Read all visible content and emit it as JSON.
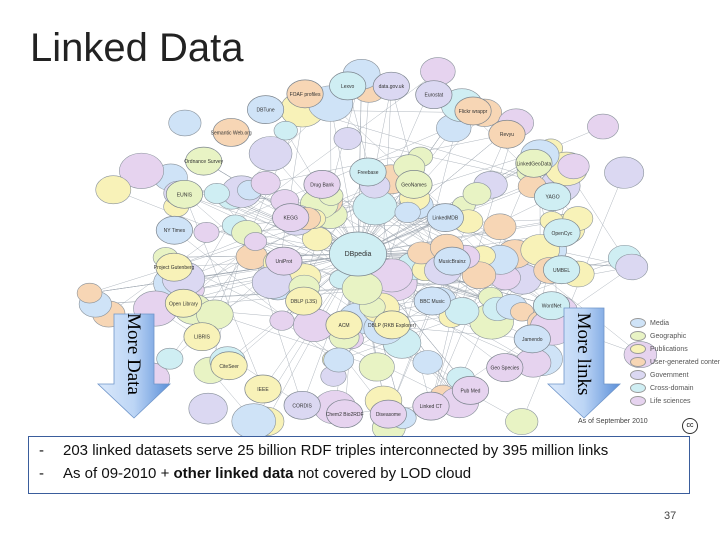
{
  "slide": {
    "title": "Linked Data",
    "side_labels": {
      "left": "More Data",
      "right": "More links"
    },
    "bullets": [
      {
        "prefix": "",
        "text": "203 linked datasets serve 25 billion RDF triples interconnected by 395 million links"
      },
      {
        "prefix": "As of 09-2010 + ",
        "emphasis": "other linked data",
        "suffix": " not covered by LOD cloud"
      }
    ],
    "page_number": "37"
  },
  "lod_cloud": {
    "date_note": "As of September 2010",
    "cc_badge": "cc",
    "legend": [
      {
        "label": "Media",
        "color": "#cfe3f7"
      },
      {
        "label": "Geographic",
        "color": "#e8f3c4"
      },
      {
        "label": "Publications",
        "color": "#f8f2b8"
      },
      {
        "label": "User-generated content",
        "color": "#f7d6b5"
      },
      {
        "label": "Government",
        "color": "#dbd8f2"
      },
      {
        "label": "Cross-domain",
        "color": "#cfeef3"
      },
      {
        "label": "Life sciences",
        "color": "#e6d3ef"
      }
    ],
    "nodes": [
      {
        "label": "DBpedia",
        "color": "#cfeef3"
      },
      {
        "label": "Freebase",
        "color": "#cfeef3"
      },
      {
        "label": "GeoNames",
        "color": "#e8f3c4"
      },
      {
        "label": "LinkedMDB",
        "color": "#cfe3f7"
      },
      {
        "label": "MusicBrainz",
        "color": "#cfe3f7"
      },
      {
        "label": "BBC Music",
        "color": "#cfe3f7"
      },
      {
        "label": "DBLP (RKB Explorer)",
        "color": "#f8f2b8"
      },
      {
        "label": "ACM",
        "color": "#f8f2b8"
      },
      {
        "label": "DBLP (L3S)",
        "color": "#f8f2b8"
      },
      {
        "label": "UniProt",
        "color": "#e6d3ef"
      },
      {
        "label": "KEGG",
        "color": "#e6d3ef"
      },
      {
        "label": "Drug Bank",
        "color": "#e6d3ef"
      },
      {
        "label": "data.gov.uk",
        "color": "#dbd8f2"
      },
      {
        "label": "Eurostat",
        "color": "#dbd8f2"
      },
      {
        "label": "Flickr wrappr",
        "color": "#f7d6b5"
      },
      {
        "label": "Revyu",
        "color": "#f7d6b5"
      },
      {
        "label": "LinkedGeoData",
        "color": "#e8f3c4"
      },
      {
        "label": "YAGO",
        "color": "#cfeef3"
      },
      {
        "label": "OpenCyc",
        "color": "#cfeef3"
      },
      {
        "label": "UMBEL",
        "color": "#cfeef3"
      },
      {
        "label": "WordNet",
        "color": "#cfeef3"
      },
      {
        "label": "Jamendo",
        "color": "#cfe3f7"
      },
      {
        "label": "Geo Species",
        "color": "#e6d3ef"
      },
      {
        "label": "Pub Med",
        "color": "#e6d3ef"
      },
      {
        "label": "Linked CT",
        "color": "#e6d3ef"
      },
      {
        "label": "Diseasome",
        "color": "#e6d3ef"
      },
      {
        "label": "Chem2 Bio2RDF",
        "color": "#e6d3ef"
      },
      {
        "label": "CORDIS",
        "color": "#dbd8f2"
      },
      {
        "label": "IEEE",
        "color": "#f8f2b8"
      },
      {
        "label": "CiteSeer",
        "color": "#f8f2b8"
      },
      {
        "label": "LIBRIS",
        "color": "#f8f2b8"
      },
      {
        "label": "Open Library",
        "color": "#f8f2b8"
      },
      {
        "label": "Project Gutenberg",
        "color": "#f8f2b8"
      },
      {
        "label": "NY Times",
        "color": "#cfe3f7"
      },
      {
        "label": "EUNIS",
        "color": "#e8f3c4"
      },
      {
        "label": "Ordnance Survey",
        "color": "#e8f3c4"
      },
      {
        "label": "Semantic Web.org",
        "color": "#f7d6b5"
      },
      {
        "label": "DBTune",
        "color": "#cfe3f7"
      },
      {
        "label": "FOAF profiles",
        "color": "#f7d6b5"
      },
      {
        "label": "Lexvo",
        "color": "#cfeef3"
      }
    ]
  }
}
